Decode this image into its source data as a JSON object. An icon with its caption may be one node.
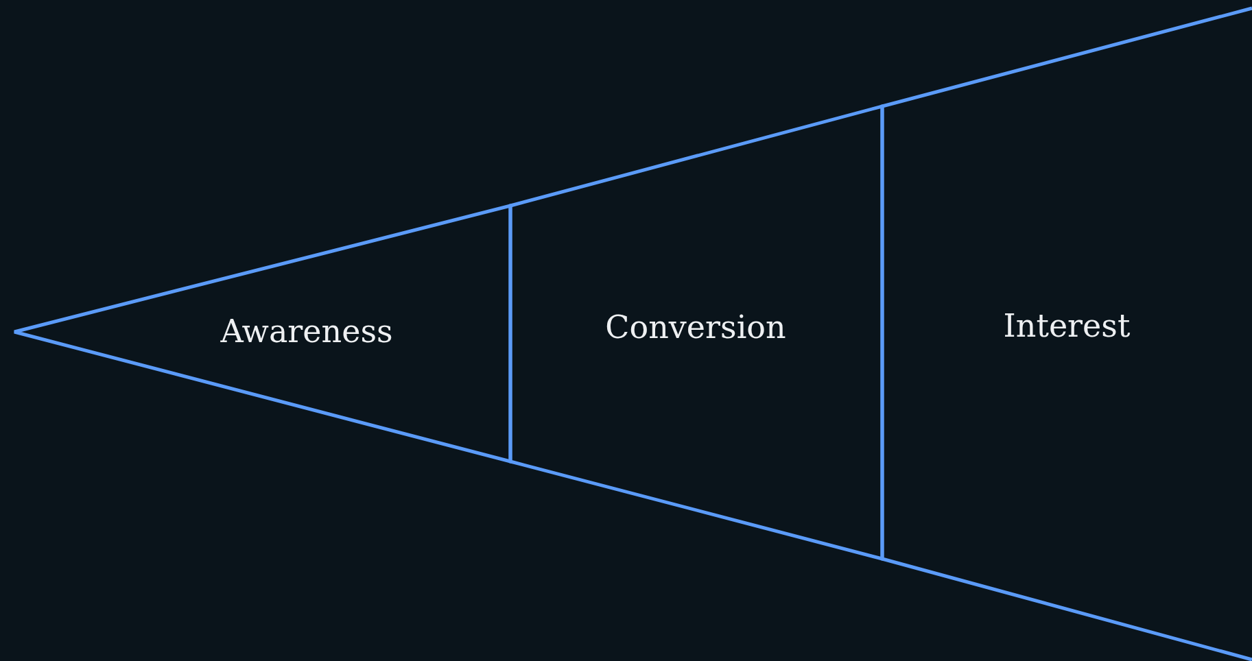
{
  "diagram": {
    "nodes": [
      {
        "text": [
          "Awareness"
        ]
      },
      {
        "text": [
          "Conversion"
        ]
      },
      {
        "text": [
          "Interest"
        ]
      }
    ]
  }
}
